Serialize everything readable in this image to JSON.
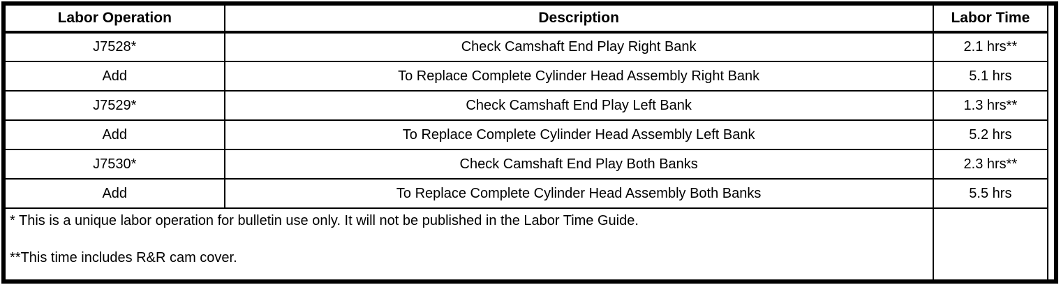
{
  "table": {
    "columns": [
      "Labor Operation",
      "Description",
      "Labor Time"
    ],
    "rows": [
      {
        "op": "J7528*",
        "desc": "Check Camshaft End Play Right Bank",
        "time": "2.1 hrs**"
      },
      {
        "op": "Add",
        "desc": "To Replace Complete Cylinder Head Assembly Right Bank",
        "time": "5.1 hrs"
      },
      {
        "op": "J7529*",
        "desc": "Check Camshaft End Play Left Bank",
        "time": "1.3 hrs**"
      },
      {
        "op": "Add",
        "desc": "To Replace Complete Cylinder Head Assembly Left Bank",
        "time": "5.2 hrs"
      },
      {
        "op": "J7530*",
        "desc": "Check Camshaft End Play Both Banks",
        "time": "2.3 hrs**"
      },
      {
        "op": "Add",
        "desc": "To Replace Complete Cylinder Head Assembly Both Banks",
        "time": "5.5 hrs"
      }
    ],
    "footnotes": [
      "* This is a unique labor operation for bulletin use only. It will not be published in the Labor Time Guide.",
      "**This time includes R&R cam cover."
    ]
  },
  "colors": {
    "border": "#000000",
    "background": "#ffffff",
    "text": "#000000"
  }
}
